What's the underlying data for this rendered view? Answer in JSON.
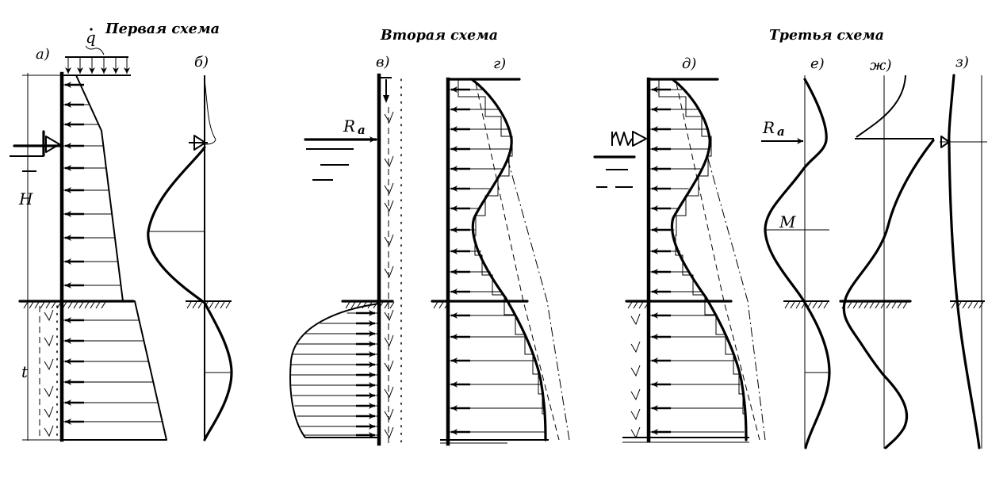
{
  "titles": {
    "first_scheme": "Первая схема",
    "second_scheme": "Вторая схема",
    "third_scheme": "Третья схема"
  },
  "panel_labels": {
    "a": "а)",
    "b": "б)",
    "v": "в)",
    "g": "г)",
    "d": "д)",
    "e": "е)",
    "zh": "ж)",
    "z": "з)"
  },
  "symbols": {
    "surcharge": "q",
    "free_height": "H",
    "embedment_depth": "t",
    "moment": "M",
    "anchor_force": "R",
    "anchor_force_subscript": "a"
  }
}
